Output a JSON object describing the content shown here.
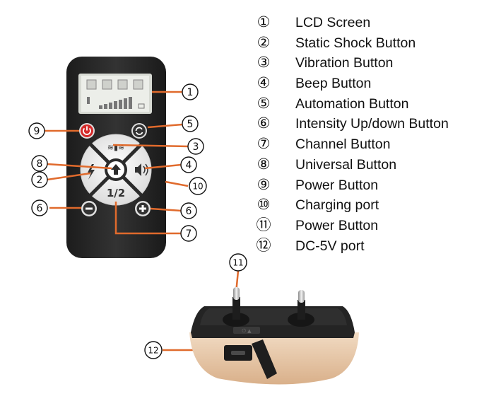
{
  "legend": [
    {
      "num": "①",
      "label": "LCD Screen"
    },
    {
      "num": "②",
      "label": "Static Shock Button"
    },
    {
      "num": "③",
      "label": "Vibration Button"
    },
    {
      "num": "④",
      "label": "Beep Button"
    },
    {
      "num": "⑤",
      "label": "Automation Button"
    },
    {
      "num": "⑥",
      "label": "Intensity Up/down Button"
    },
    {
      "num": "⑦",
      "label": "Channel Button"
    },
    {
      "num": "⑧",
      "label": "Universal Button"
    },
    {
      "num": "⑨",
      "label": "Power Button"
    },
    {
      "num": "⑩",
      "label": "Charging port"
    },
    {
      "num": "⑪",
      "label": "Power Button"
    },
    {
      "num": "⑫",
      "label": "DC-5V port"
    }
  ],
  "remote": {
    "channel_label": "1/2"
  },
  "callouts": {
    "c1": "1",
    "c2": "2",
    "c3": "3",
    "c4": "4",
    "c5": "5",
    "c6a": "6",
    "c6b": "6",
    "c7": "7",
    "c8": "8",
    "c9": "9",
    "c10": "10",
    "c11": "11",
    "c12": "12"
  },
  "colors": {
    "remote_body": "#2b2b2b",
    "lcd": "#e9ebe6",
    "power_red": "#d42a2a",
    "collar_case": "#e8c8a8",
    "collar_top": "#242424",
    "leader": "#e06a2c"
  }
}
